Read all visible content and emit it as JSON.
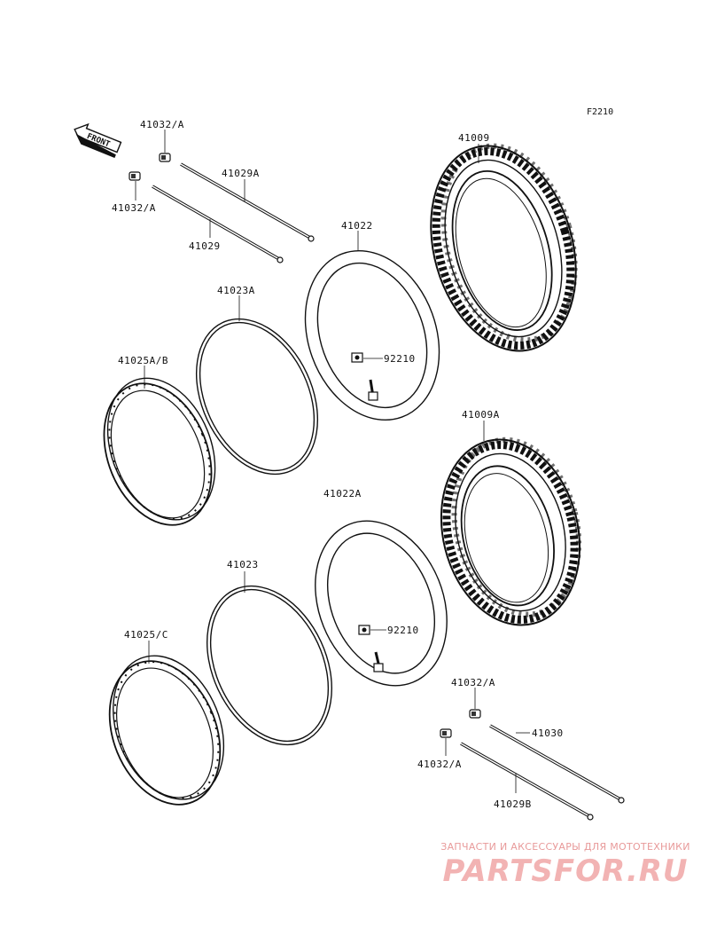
{
  "diagram_code": "F2210",
  "front_arrow_label": "FRONT",
  "labels": {
    "p41032_a_top1": "41032/A",
    "p41029a": "41029A",
    "p41032_a_top2": "41032/A",
    "p41029": "41029",
    "p41009": "41009",
    "p41022": "41022",
    "p41023a": "41023A",
    "p92210_top": "92210",
    "p41025ab": "41025A/B",
    "p41009a": "41009A",
    "p41022a": "41022A",
    "p41023": "41023",
    "p92210_bottom": "92210",
    "p41025c": "41025/C",
    "p41032_a_bot1": "41032/A",
    "p41030": "41030",
    "p41032_a_bot2": "41032/A",
    "p41029b": "41029B"
  },
  "watermark": {
    "tagline": "ЗАПЧАСТИ И АКСЕССУАРЫ ДЛЯ МОТОТЕХНИКИ",
    "brand": "PARTSFOR.RU"
  }
}
